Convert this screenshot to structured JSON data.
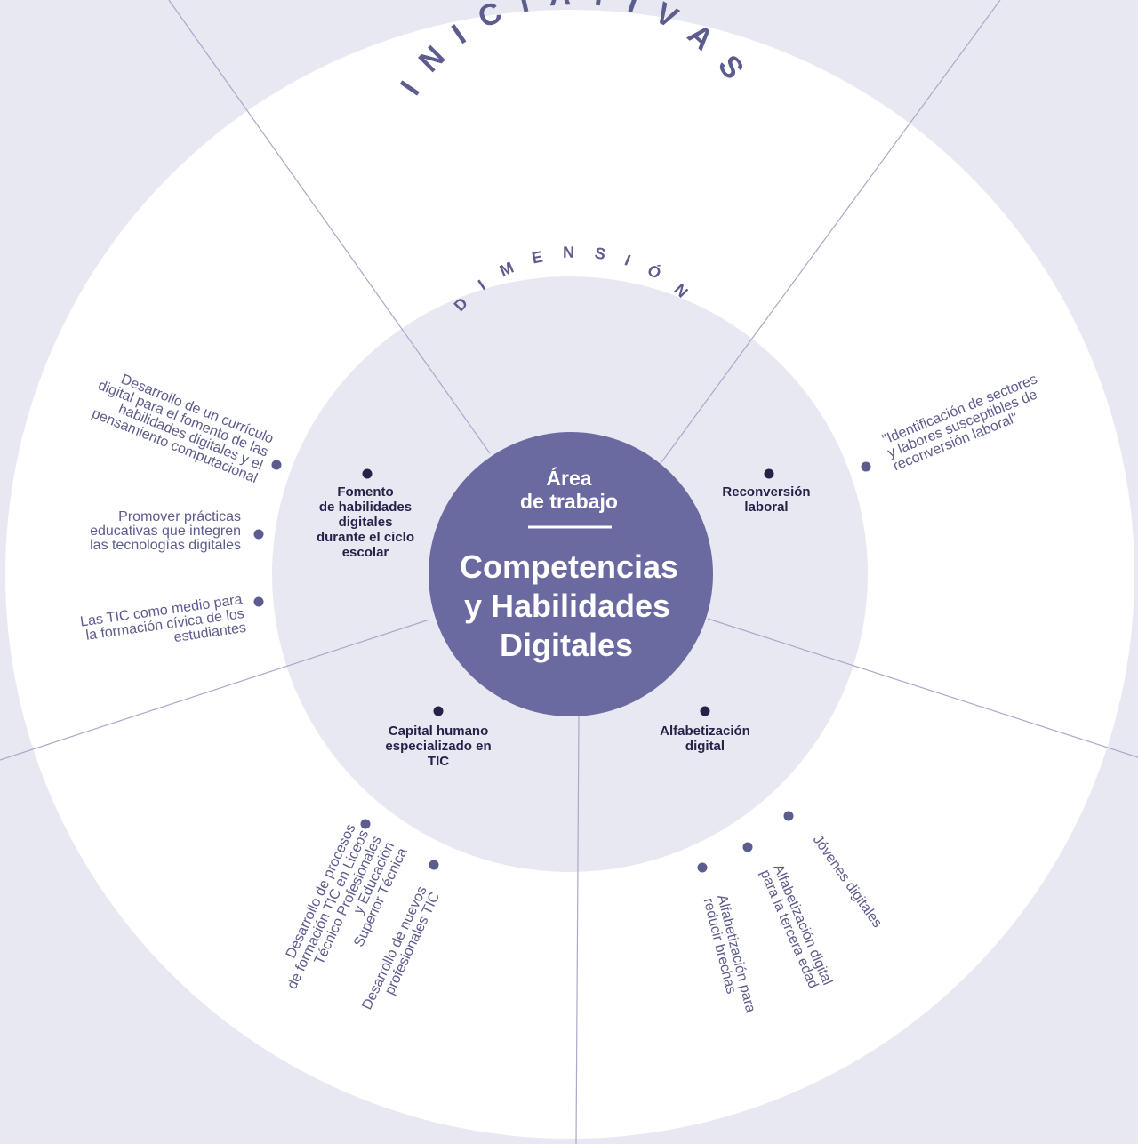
{
  "colors": {
    "background": "#e8e8f2",
    "outer_ring": "#ffffff",
    "inner_ring": "#e8e8f2",
    "center": "#6a69a0",
    "ring_text": "#5c5c8e",
    "dimension_text": "#23234a",
    "divider": "#a9a9c8"
  },
  "outer_label": "INICIATIVAS",
  "inner_label": "DIMENSIÓN",
  "center": {
    "subtitle_line1": "Área",
    "subtitle_line2": "de trabajo",
    "title_line1": "Competencias",
    "title_line2": "y Habilidades",
    "title_line3": "Digitales"
  },
  "dimensions": [
    {
      "id": "fomento",
      "lines": [
        "Fomento",
        "de habilidades",
        "digitales",
        "durante el ciclo",
        "escolar"
      ],
      "initiatives": [
        {
          "lines": [
            "Desarrollo de un currículo",
            "digital para el fomento de las",
            "habilidades digitales y el",
            "pensamiento computacional"
          ]
        },
        {
          "lines": [
            "Promover prácticas",
            "educativas que integren",
            "las tecnologías digitales"
          ]
        },
        {
          "lines": [
            "Las TIC como medio para",
            "la formación cívica de los",
            "estudiantes"
          ]
        }
      ]
    },
    {
      "id": "reconversion",
      "lines": [
        "Reconversión",
        "laboral"
      ],
      "initiatives": [
        {
          "lines": [
            "\"Identificación de sectores",
            "y labores susceptibles de",
            "reconversión laboral\""
          ]
        }
      ]
    },
    {
      "id": "capital",
      "lines": [
        "Capital humano",
        "especializado en",
        "TIC"
      ],
      "initiatives": [
        {
          "lines": [
            "Desarrollo de procesos",
            "de formación TIC en Liceos",
            "Técnico Profesionales",
            "y Educación",
            "Superior Técnica"
          ]
        },
        {
          "lines": [
            "Desarrollo de nuevos",
            "profesionales TIC"
          ]
        }
      ]
    },
    {
      "id": "alfabetizacion",
      "lines": [
        "Alfabetización",
        "digital"
      ],
      "initiatives": [
        {
          "lines": [
            "Jóvenes digitales"
          ]
        },
        {
          "lines": [
            "Alfabetización digital",
            "para la tercera edad"
          ]
        },
        {
          "lines": [
            "Alfabetización para",
            "reducir brechas"
          ]
        }
      ]
    }
  ]
}
